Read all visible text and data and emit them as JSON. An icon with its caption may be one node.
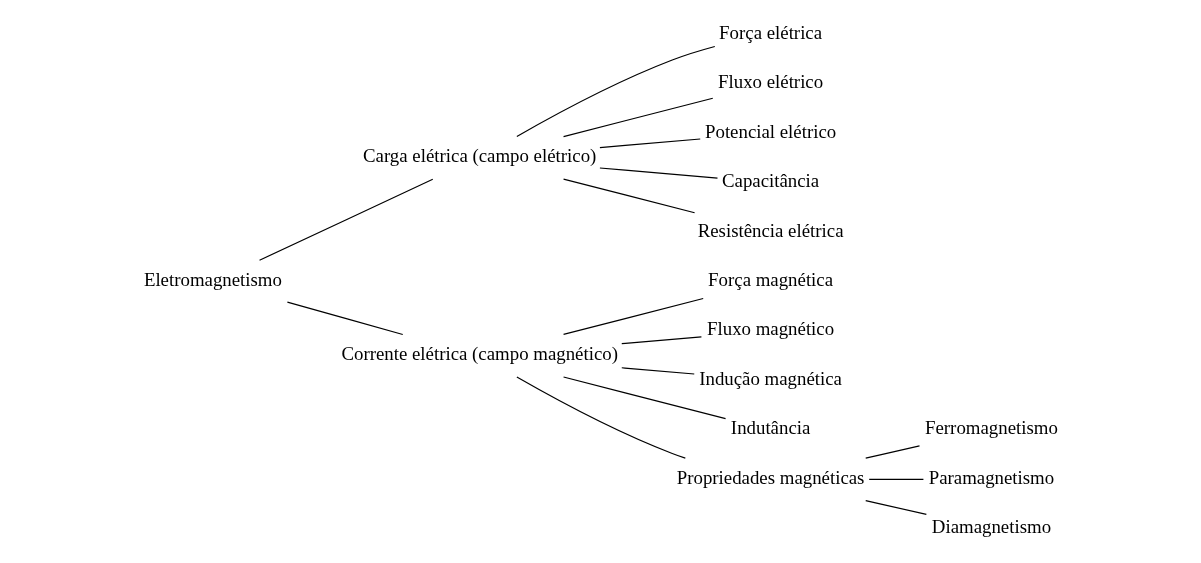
{
  "diagram": {
    "nodes": [
      {
        "text": [
          "Eletromagnetismo"
        ]
      },
      {
        "text": [
          "Carga elétrica (campo elétrico)"
        ]
      },
      {
        "text": [
          "Corrente elétrica (campo magnético)"
        ]
      },
      {
        "text": [
          "Força elétrica"
        ]
      },
      {
        "text": [
          "Fluxo elétrico"
        ]
      },
      {
        "text": [
          "Potencial elétrico"
        ]
      },
      {
        "text": [
          "Capacitância"
        ]
      },
      {
        "text": [
          "Resistência elétrica"
        ]
      },
      {
        "text": [
          "Força magnética"
        ]
      },
      {
        "text": [
          "Fluxo magnético"
        ]
      },
      {
        "text": [
          "Indução magnética"
        ]
      },
      {
        "text": [
          "Indutância"
        ]
      },
      {
        "text": [
          "Propriedades magnéticas"
        ]
      },
      {
        "text": [
          "Ferromagnetismo"
        ]
      },
      {
        "text": [
          "Paramagnetismo"
        ]
      },
      {
        "text": [
          "Diamagnetismo"
        ]
      }
    ],
    "edges": [
      {
        "from": 0,
        "to": 1,
        "arrow": "none"
      },
      {
        "from": 0,
        "to": 2,
        "arrow": "none"
      },
      {
        "from": 1,
        "to": 3,
        "arrow": "none"
      },
      {
        "from": 1,
        "to": 4,
        "arrow": "none"
      },
      {
        "from": 1,
        "to": 5,
        "arrow": "none"
      },
      {
        "from": 1,
        "to": 6,
        "arrow": "none"
      },
      {
        "from": 1,
        "to": 7,
        "arrow": "none"
      },
      {
        "from": 2,
        "to": 8,
        "arrow": "none"
      },
      {
        "from": 2,
        "to": 9,
        "arrow": "none"
      },
      {
        "from": 2,
        "to": 10,
        "arrow": "none"
      },
      {
        "from": 2,
        "to": 11,
        "arrow": "none"
      },
      {
        "from": 2,
        "to": 12,
        "arrow": "none"
      },
      {
        "from": 12,
        "to": 13,
        "arrow": "none"
      },
      {
        "from": 12,
        "to": 14,
        "arrow": "none"
      },
      {
        "from": 12,
        "to": 15,
        "arrow": "none"
      }
    ]
  }
}
